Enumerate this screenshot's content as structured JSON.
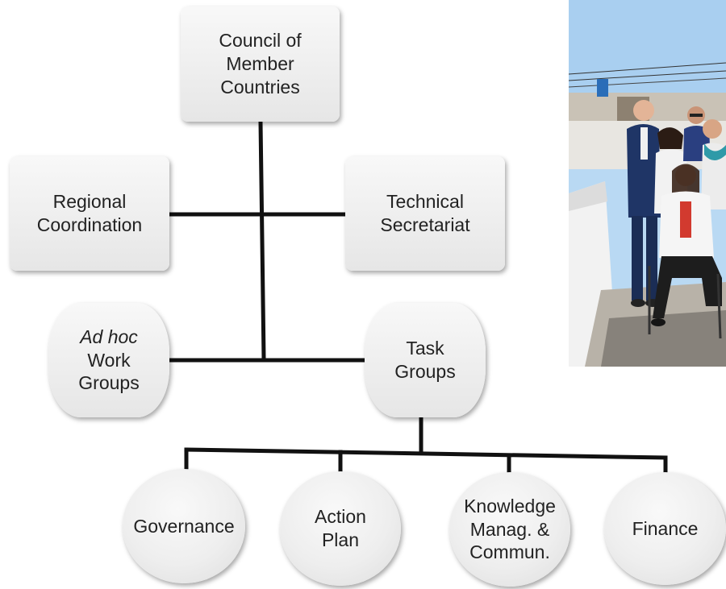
{
  "org_chart": {
    "council": "Council of\nMember\nCountries",
    "regional": "Regional\nCoordination",
    "secretariat": "Technical\nSecretariat",
    "adhoc_italic": "Ad hoc",
    "adhoc_rest": "Work\nGroups",
    "task_groups": "Task\nGroups",
    "governance": "Governance",
    "action_plan": "Action\nPlan",
    "knowledge": "Knowledge\nManag. &\nCommun.",
    "finance": "Finance"
  },
  "colors": {
    "connector": "#111111",
    "node_fill": "#eeeeee",
    "sky": "#b9d9f3"
  },
  "photo": {
    "subject": "group-photo-of-people-on-terrace"
  }
}
